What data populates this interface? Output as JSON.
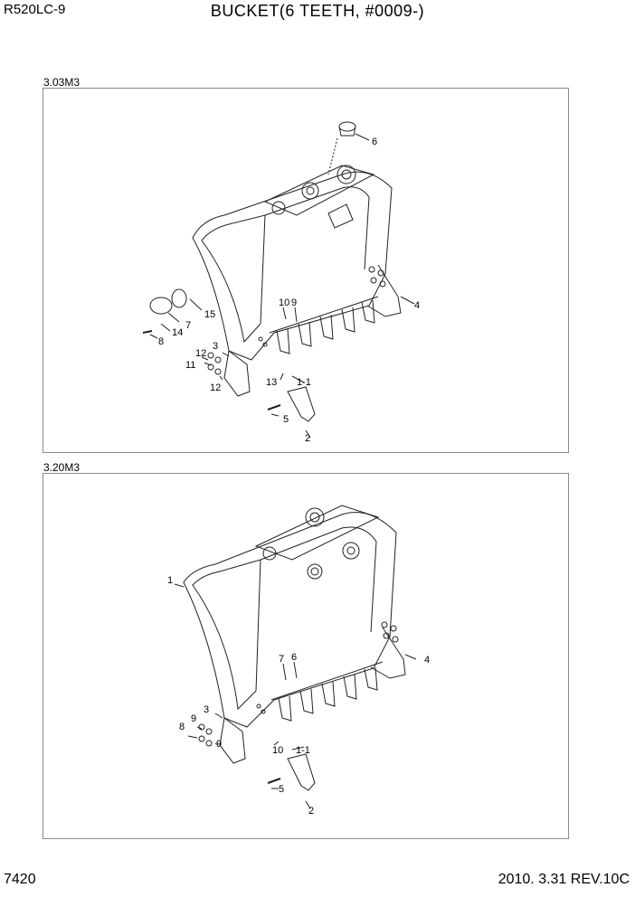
{
  "header": {
    "model": "R520LC-9",
    "title": "BUCKET(6 TEETH, #0009-)"
  },
  "footer": {
    "page_number": "7420",
    "revision": "2010. 3.31  REV.10C"
  },
  "panels": [
    {
      "label": "3.03M3",
      "callouts": [
        "6",
        "4",
        "10",
        "9",
        "15",
        "7",
        "14",
        "8",
        "3",
        "12",
        "11",
        "12",
        "13",
        "1-1",
        "5",
        "2"
      ]
    },
    {
      "label": "3.20M3",
      "callouts": [
        "1",
        "4",
        "7",
        "6",
        "3",
        "9",
        "8",
        "9",
        "10",
        "1-1",
        "5",
        "2"
      ]
    }
  ]
}
